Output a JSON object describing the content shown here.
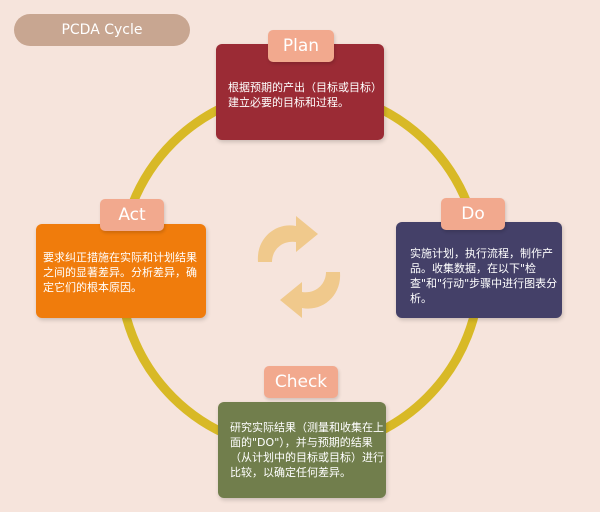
{
  "title": "PCDA Cycle",
  "colors": {
    "background": "#f6e4dc",
    "title_pill": "#c8a691",
    "ring": "#d8b926",
    "tab": "#f2a98e",
    "plan": "#9b2b35",
    "do": "#444068",
    "act": "#f07c0c",
    "check": "#717e4c",
    "center_arrows": "#f0c98c"
  },
  "center_icon": "cycle-arrows-icon",
  "stages": {
    "plan": {
      "label": "Plan",
      "text": "根据预期的产出（目标或目标）\n建立必要的目标和过程。"
    },
    "do": {
      "label": "Do",
      "text": "实施计划，执行流程，制作产\n品。收集数据，在以下\"检\n查\"和\"行动\"步骤中进行图表分\n析。"
    },
    "check": {
      "label": "Check",
      "text": "研究实际结果（测量和收集在上\n面的\"DO\"），并与预期的结果\n（从计划中的目标或目标）进行\n比较，以确定任何差异。"
    },
    "act": {
      "label": "Act",
      "text": "要求纠正措施在实际和计划结果\n之间的显著差异。分析差异，确\n定它们的根本原因。"
    }
  }
}
